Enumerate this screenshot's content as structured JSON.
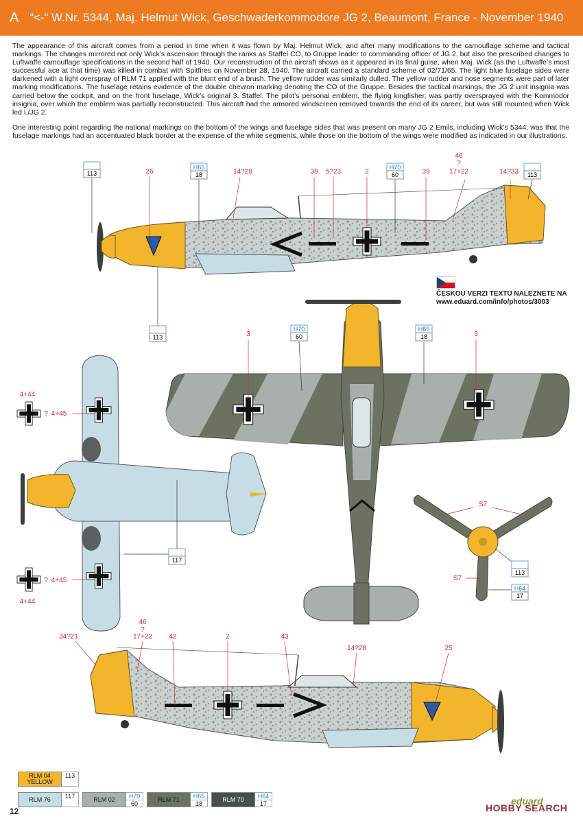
{
  "header": {
    "letter": "A",
    "title": "“<-“ W.Nr. 5344, Maj. Helmut Wick, Geschwaderkommodore JG 2, Beaumont, France - November 1940"
  },
  "body": {
    "paragraph1": "The  appearance of this aircraft comes from a period in time when it was flown by Maj. Helmut Wick, and after many modifications to the camouflage scheme and tactical markings. The changes mirrored not only Wick’s ascension through the ranks as Staffel CO, to Gruppe leader to commanding officer of JG 2, but also the prescribed changes to Luftwaffe camouflage specifications in the second half of 1940. Our reconstruction of the aircraft shows as it appeared in its final guise, when Maj. Wick (as the Luftwaffe’s most successful ace at that time) was killed in combat with Spitfires on November 28, 1940. The aircraft carried a standard scheme of 02/71/65. The light blue fuselage sides were darkened with a light overspray of RLM 71 applied with the blunt end of a brush. The yellow rudder was similarly dulled. The yellow rudder and nose segments were part of later marking modifications. The fuselage retains evidence of the double chevron marking denoting the CO of the Gruppe. Besides the tactical markings, the JG 2 unit insignia was carried below the cockpit, and on the front fuselage, Wick’s original 3. Staffel. The pilot’s personal emblem, the flying kingfisher, was partly oversprayed with the Kommodor insignia, over which the emblem was partially reconstructed. This aircraft had the armored windscreen removed towards the end of its career, but was still mounted when Wick led I./JG 2.",
    "paragraph2": "One interesting point regarding the national markings on the bottom of the wings and fuselage sides that was present on many JG 2 Emils, including Wick’s 5344, was that the fuselage markings had an accentuated black border at the expense of the white segments, while those on the bottom of the wings were modified as indicated in our illustrations."
  },
  "czech_note": {
    "line1": "ČESKOU VERZI TEXTU NALEZNETE NA",
    "line2": "www.eduard.com/info/photos/3003"
  },
  "callouts": {
    "c26": "26",
    "c14_28": "14?28",
    "c38": "38",
    "c5_23": "5?23",
    "c2": "2",
    "c39": "39",
    "c46": "46",
    "cq": "?",
    "c17_22": "17+22",
    "c14_33": "14?33",
    "c3": "3",
    "c4_44": "4+44",
    "q_mark": "?",
    "c4_45": "4+45",
    "cS7": "S7",
    "c34_21": "34?21",
    "c42": "42",
    "c43": "43",
    "c25": "25"
  },
  "boxes": {
    "b113": "113",
    "h65": "H65",
    "n18": "18",
    "h70": "H70",
    "n60": "60",
    "n117": "117",
    "h64": "H64",
    "n17": "17"
  },
  "swatches": [
    {
      "name1": "RLM 04",
      "name2": "YELLOW",
      "h": "",
      "num": "113"
    },
    {
      "name1": "RLM 76",
      "name2": "",
      "h": "",
      "num": "117"
    },
    {
      "name1": "RLM 02",
      "name2": "",
      "h": "H70",
      "num": "60"
    },
    {
      "name1": "RLM 71",
      "name2": "",
      "h": "H65",
      "num": "18"
    },
    {
      "name1": "RLM 70",
      "name2": "",
      "h": "H64",
      "num": "17"
    }
  ],
  "colors": {
    "header": "#ee7a22",
    "yellow": "#f2b52b",
    "light_blue": "#c7dde6",
    "rlm02": "#a9b0ac",
    "rlm71": "#6b7262",
    "rlm70": "#47514b",
    "callout_red": "#d6262e"
  },
  "footer": {
    "page_number": "12",
    "brand": "eduard",
    "watermark": "HOBBY SEARCH"
  }
}
